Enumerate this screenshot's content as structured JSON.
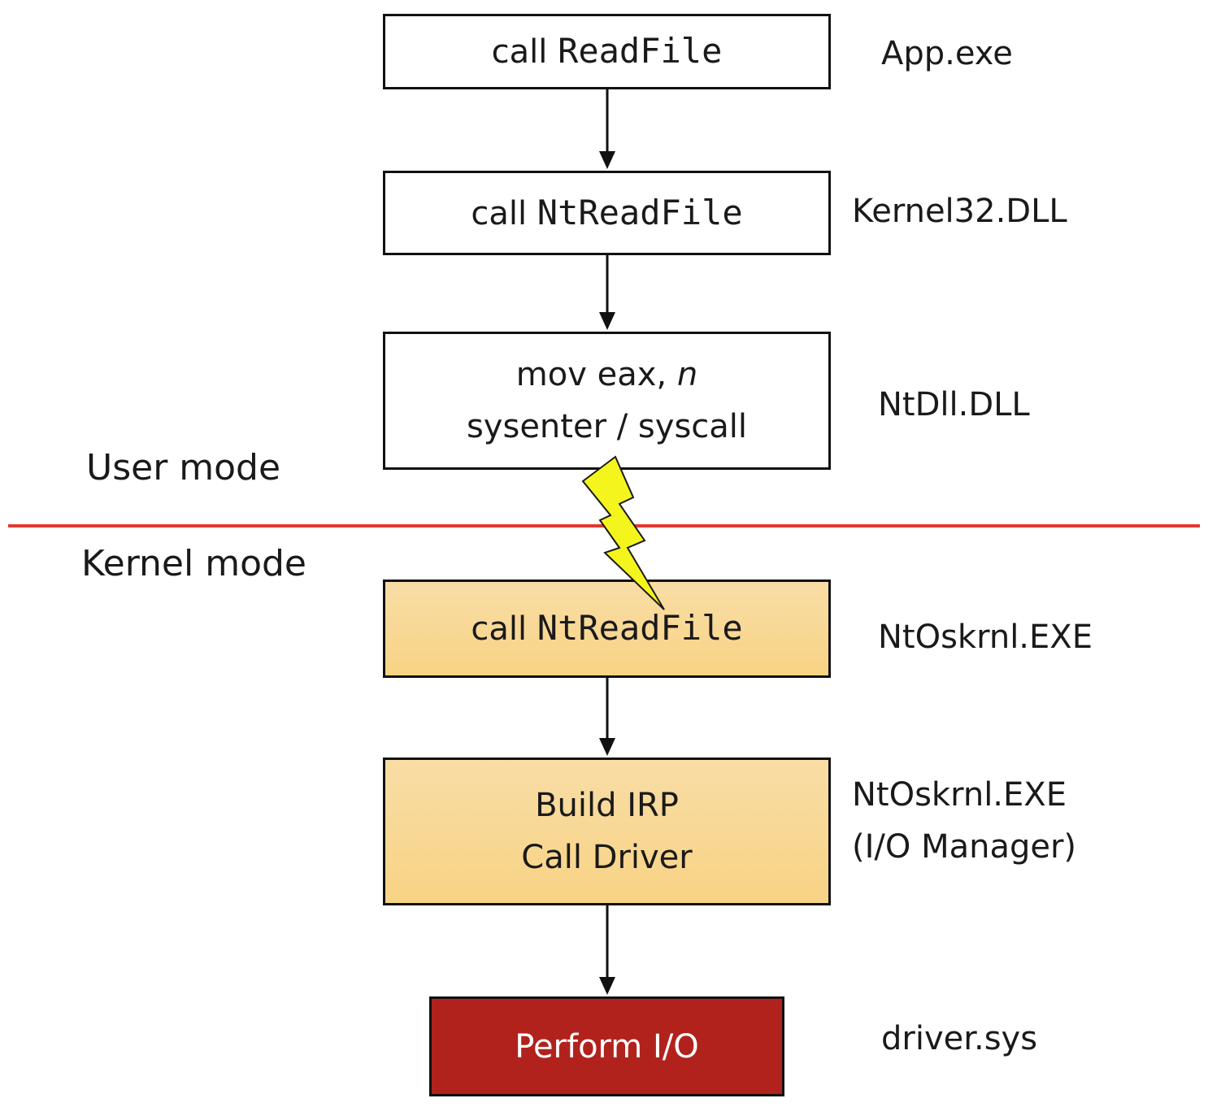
{
  "boxes": {
    "app": {
      "prefix": "call",
      "code": "ReadFile"
    },
    "kernel32": {
      "prefix": "call",
      "code": "NtReadFile"
    },
    "ntdll": {
      "line1_text": "mov eax,",
      "line1_var": "n",
      "line2": "sysenter / syscall"
    },
    "ntoskrnl": {
      "prefix": "call",
      "code": "NtReadFile"
    },
    "iomgr": {
      "line1": "Build IRP",
      "line2": "Call Driver"
    },
    "driver": {
      "text": "Perform I/O"
    }
  },
  "labels": {
    "app": "App.exe",
    "kernel32": "Kernel32.DLL",
    "ntdll": "NtDll.DLL",
    "ntoskrnl": "NtOskrnl.EXE",
    "iomgr_line1": "NtOskrnl.EXE",
    "iomgr_line2": "(I/O Manager)",
    "driver": "driver.sys"
  },
  "modes": {
    "user": "User mode",
    "kernel": "Kernel mode"
  },
  "colors": {
    "divider": "#e4392e",
    "kernel_box_top": "#f9dda6",
    "kernel_box_bottom": "#f7d384",
    "driver_box": "#b1221c",
    "lightning_fill": "#f5f51e",
    "lightning_stroke": "#1a1a1a"
  },
  "icons": {
    "transition": "lightning-bolt-icon"
  }
}
